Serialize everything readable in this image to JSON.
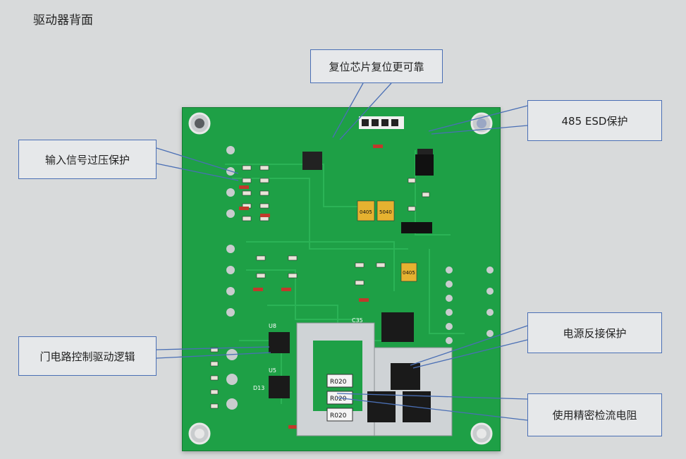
{
  "title": "驱动器背面",
  "callouts": {
    "reset_chip": "复位芯片复位更可靠",
    "esd_485": "485 ESD保护",
    "input_protection": "输入信号过压保护",
    "gate_logic": "门电路控制驱动逻辑",
    "reverse_protection": "电源反接保护",
    "sense_resistor": "使用精密检流电阻"
  },
  "board_labels": {
    "resistor_1": "R020",
    "resistor_2": "R020",
    "resistor_3": "R020",
    "fuse_1": "0405",
    "fuse_2": "5040",
    "fuse_3": "0405",
    "u8": "U8",
    "u5": "U5",
    "d13": "D13",
    "c35": "C35"
  },
  "colors": {
    "pcb": "#1ea046",
    "callout_border": "#4a6fb5",
    "leader": "#4a6fb5"
  }
}
